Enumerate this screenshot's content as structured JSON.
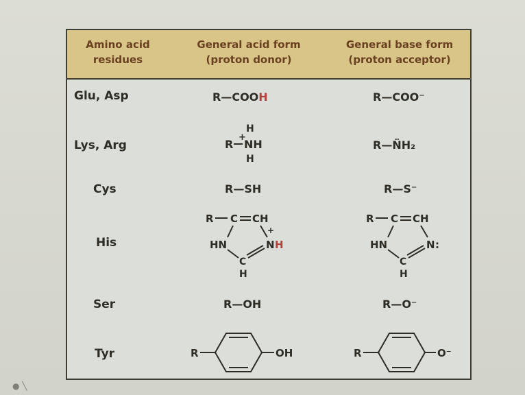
{
  "header": {
    "col1_line1": "Amino acid",
    "col1_line2": "residues",
    "col2_line1": "General acid form",
    "col2_line2": "(proton donor)",
    "col3_line1": "General base form",
    "col3_line2": "(proton acceptor)"
  },
  "rows": [
    {
      "residue": "Glu, Asp",
      "acid_main": "R—COO",
      "acid_h": "H",
      "base": "R—COO⁻"
    },
    {
      "residue": "Lys, Arg",
      "acid_r": "R",
      "acid_n": "NH",
      "acid_h_top": "H",
      "acid_h_bottom": "H",
      "acid_plus": "+",
      "base_r": "R—",
      "base_n": "N̈",
      "base_h2": "H₂"
    },
    {
      "residue": "Cys",
      "acid": "R—SH",
      "base": "R—S⁻"
    },
    {
      "residue": "His",
      "r": "R",
      "c": "C",
      "ch": "CH",
      "hn": "HN",
      "n": "N",
      "acid_h": "H",
      "plus": "+",
      "base_colon": ":",
      "c_bottom": "C",
      "h_bottom": "H"
    },
    {
      "residue": "Ser",
      "acid": "R—OH",
      "base": "R—O⁻"
    },
    {
      "residue": "Tyr",
      "r": "R",
      "acid_oh": "OH",
      "base_o": "O⁻"
    }
  ],
  "footer_mark": "● ╲"
}
